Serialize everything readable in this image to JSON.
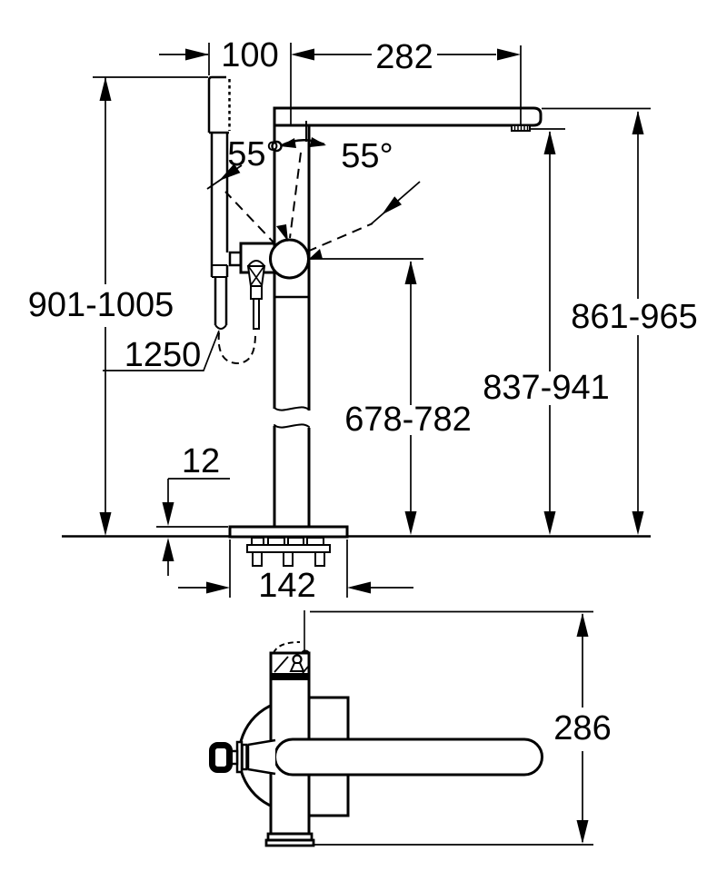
{
  "drawing": {
    "type": "technical-dimension-drawing",
    "subject": "floor-standing bath mixer with hand shower",
    "colors": {
      "line": "#000000",
      "background": "#ffffff"
    },
    "views": {
      "front": "front elevation",
      "plan": "plan view"
    },
    "dims": {
      "offset_100": "100",
      "spout_reach_282": "282",
      "angle_left": "55°",
      "angle_right": "55°",
      "overall_height": "901-1005",
      "hose_length": "1250",
      "height_spout_top": "861-965",
      "height_outlet": "837-941",
      "height_handle": "678-782",
      "plate_thickness": "12",
      "base_width": "142",
      "plan_depth": "286"
    }
  }
}
